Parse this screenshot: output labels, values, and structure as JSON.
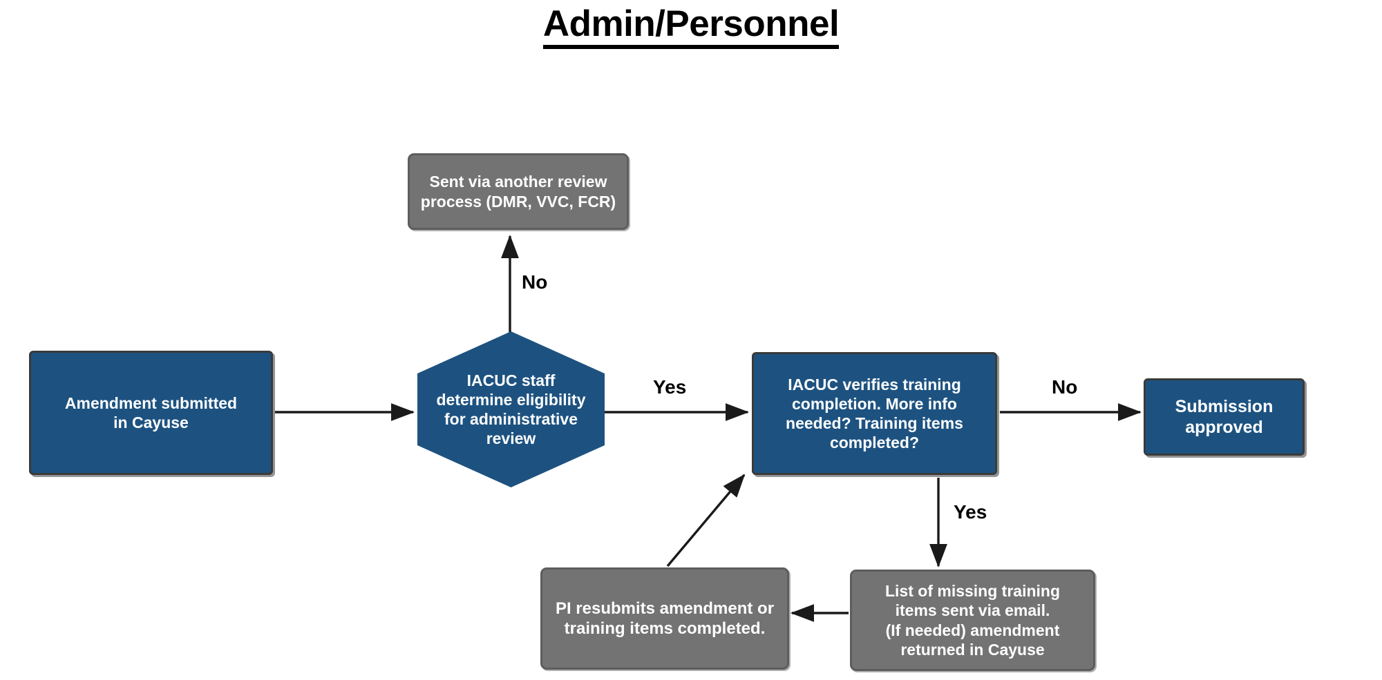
{
  "title": "Admin/Personnel",
  "colors": {
    "process_blue": "#1d5280",
    "alt_gray": "#737373",
    "connector": "#1a1a1a",
    "text_on_shape": "#ffffff",
    "title_text": "#000000",
    "background": "#ffffff"
  },
  "chart_data": {
    "type": "diagram",
    "title": "Admin/Personnel",
    "nodes": [
      {
        "id": "n1",
        "label": "Amendment submitted in Cayuse",
        "shape": "rectangle",
        "color": "#1d5280"
      },
      {
        "id": "n2",
        "label": "IACUC staff determine eligibility for administrative review",
        "shape": "hexagon",
        "color": "#1d5280"
      },
      {
        "id": "n3",
        "label": "Sent via another review process (DMR, VVC, FCR)",
        "shape": "rectangle",
        "color": "#737373"
      },
      {
        "id": "n4",
        "label": "IACUC verifies training completion. More info needed? Training items completed?",
        "shape": "rectangle",
        "color": "#1d5280"
      },
      {
        "id": "n5",
        "label": "Submission approved",
        "shape": "rectangle",
        "color": "#1d5280"
      },
      {
        "id": "n6",
        "label": "List of missing  training items sent via email. (If needed) amendment returned in Cayuse",
        "shape": "rectangle",
        "color": "#737373"
      },
      {
        "id": "n7",
        "label": "PI resubmits amendment or training items completed.",
        "shape": "rectangle",
        "color": "#737373"
      }
    ],
    "edges": [
      {
        "from": "n1",
        "to": "n2",
        "label": ""
      },
      {
        "from": "n2",
        "to": "n3",
        "label": "No"
      },
      {
        "from": "n2",
        "to": "n4",
        "label": "Yes"
      },
      {
        "from": "n4",
        "to": "n5",
        "label": "No"
      },
      {
        "from": "n4",
        "to": "n6",
        "label": "Yes"
      },
      {
        "from": "n6",
        "to": "n7",
        "label": ""
      },
      {
        "from": "n7",
        "to": "n4",
        "label": ""
      }
    ]
  },
  "nodes": {
    "amendment_submitted": {
      "line1": "Amendment submitted",
      "line2": "in Cayuse"
    },
    "staff_eligibility": {
      "line1": "IACUC staff",
      "line2": "determine eligibility",
      "line3": "for administrative",
      "line4": "review"
    },
    "another_review": {
      "line1": "Sent via another review",
      "line2": "process (DMR, VVC, FCR)"
    },
    "verify_training": {
      "line1": "IACUC verifies training",
      "line2": "completion. More info",
      "line3": "needed? Training items",
      "line4": "completed?"
    },
    "submission_approved": {
      "line1": "Submission",
      "line2": "approved"
    },
    "missing_items": {
      "line1": "List of missing  training",
      "line2": "items sent via email.",
      "line3": "(If needed) amendment",
      "line4": "returned in Cayuse"
    },
    "pi_resubmits": {
      "line1": "PI resubmits amendment or",
      "line2": "training items completed."
    }
  },
  "edge_labels": {
    "eligibility_no": "No",
    "eligibility_yes": "Yes",
    "verify_no": "No",
    "verify_yes": "Yes"
  }
}
